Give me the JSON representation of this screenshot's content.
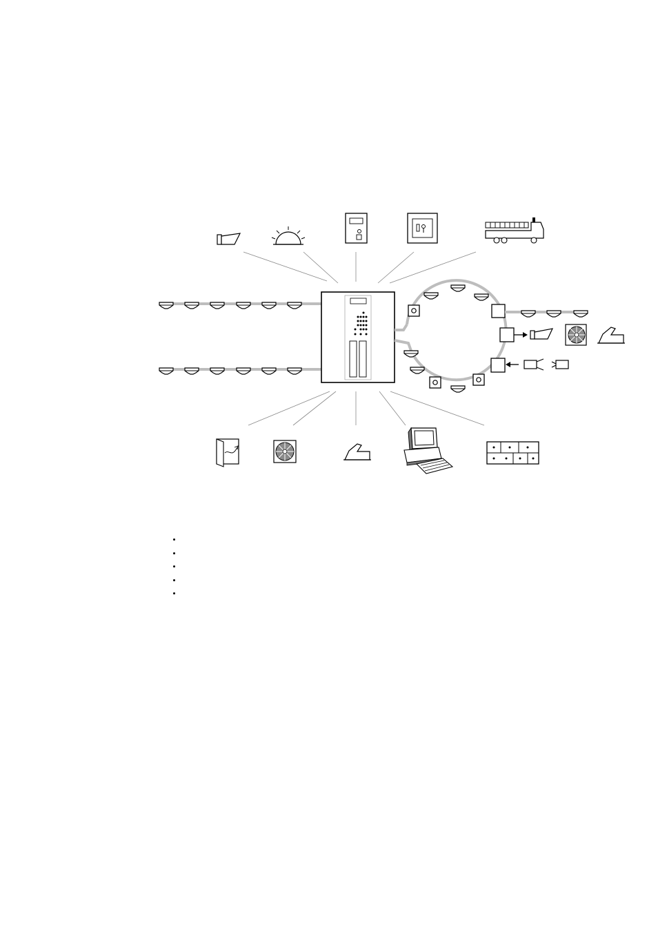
{
  "diagram": {
    "left_loops": [
      "loop-upper",
      "loop-lower"
    ],
    "top_peripherals": [
      "sounder-icon",
      "beacon-icon",
      "repeater-panel-icon",
      "key-switch-icon",
      "fire-truck-icon"
    ],
    "bottom_peripherals": [
      "door-icon",
      "fan-icon",
      "sprinkler-icon",
      "computer-icon",
      "floor-plan-icon"
    ],
    "ring_devices": [
      "detector",
      "call-point",
      "io-module"
    ],
    "colors": {
      "line": "#000000",
      "cable": "#bdbdbd",
      "connector": "#888888"
    }
  },
  "bullet_list": {
    "count": 5,
    "items": [
      "",
      "",
      "",
      "",
      ""
    ]
  }
}
